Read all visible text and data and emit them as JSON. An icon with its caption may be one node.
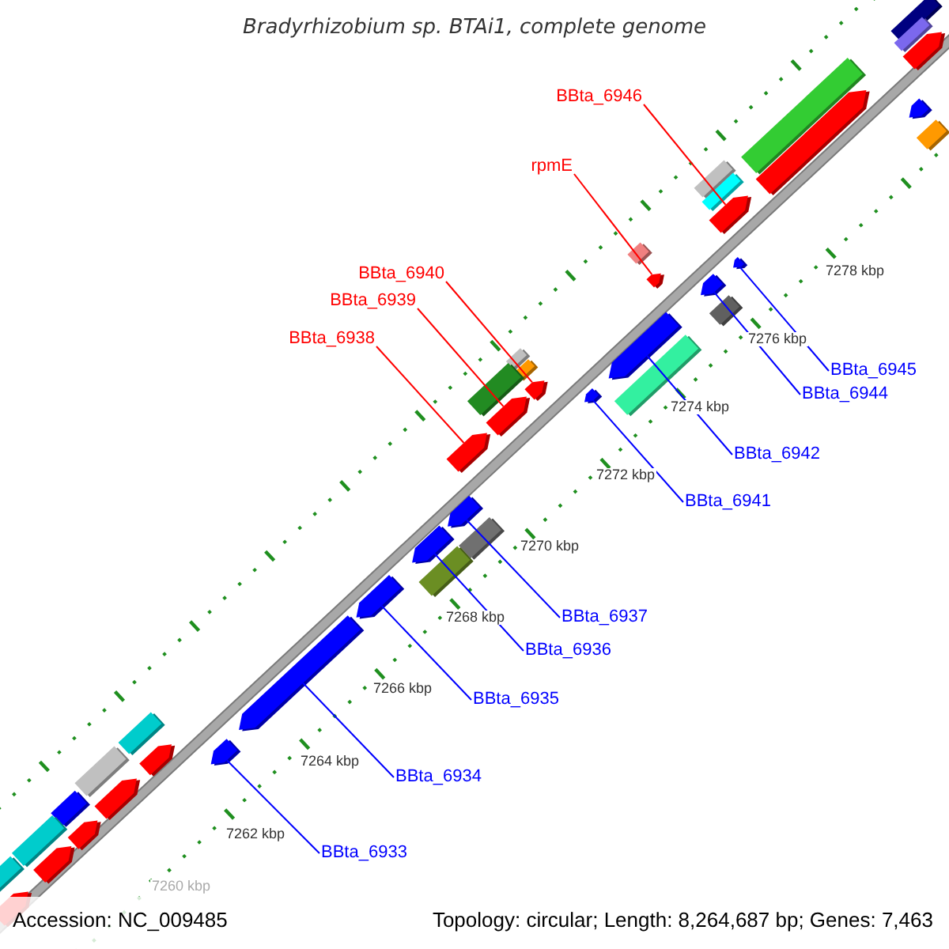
{
  "diagram": {
    "title": "Bradyrhizobium sp. BTAi1, complete genome",
    "nodes": [
      {
        "text": [
          "BBta_6946"
        ]
      },
      {
        "text": [
          "rpmE"
        ]
      },
      {
        "text": [
          "BBta_6940"
        ]
      },
      {
        "text": [
          "BBta_6939"
        ]
      },
      {
        "text": [
          "BBta_6938"
        ]
      },
      {
        "text": [
          "BBta_6945"
        ]
      },
      {
        "text": [
          "BBta_6944"
        ]
      },
      {
        "text": [
          "BBta_6942"
        ]
      },
      {
        "text": [
          "BBta_6941"
        ]
      },
      {
        "text": [
          "BBta_6937"
        ]
      },
      {
        "text": [
          "BBta_6936"
        ]
      },
      {
        "text": [
          "BBta_6935"
        ]
      },
      {
        "text": [
          "BBta_6934"
        ]
      },
      {
        "text": [
          "BBta_6933"
        ]
      },
      {
        "text": [],
        "shape": "bar"
      },
      {
        "text": [],
        "shape": "bar"
      },
      {
        "text": [],
        "shape": "bar"
      },
      {
        "text": [],
        "shape": "bar"
      },
      {
        "text": [],
        "shape": "bar"
      },
      {
        "text": [],
        "shape": "bar"
      },
      {
        "text": [],
        "shape": "bar"
      },
      {
        "text": [],
        "shape": "bar"
      },
      {
        "text": [],
        "shape": "bar"
      },
      {
        "text": [],
        "shape": "bar"
      },
      {
        "text": [],
        "shape": "bar"
      },
      {
        "text": [],
        "shape": "bar"
      },
      {
        "text": [],
        "shape": "bar"
      },
      {
        "text": [],
        "shape": "bar"
      },
      {
        "text": [],
        "shape": "box"
      },
      {
        "text": [],
        "shape": "box"
      },
      {
        "text": [],
        "shape": "bar"
      },
      {
        "text": [],
        "shape": "box"
      },
      {
        "text": [],
        "shape": "bar"
      },
      {
        "text": [],
        "shape": "bar"
      },
      {
        "text": [],
        "shape": "box"
      },
      {
        "text": [],
        "shape": "box"
      },
      {
        "text": [],
        "shape": "box"
      },
      {
        "text": [],
        "shape": "box"
      },
      {
        "text": [],
        "shape": "box"
      },
      {
        "text": [],
        "shape": "box"
      },
      {
        "text": [],
        "shape": "box"
      },
      {
        "text": [],
        "shape": "box"
      },
      {
        "text": [],
        "shape": "box"
      },
      {
        "text": [],
        "shape": "box"
      },
      {
        "text": [],
        "shape": "box"
      },
      {
        "text": [],
        "shape": "box"
      },
      {
        "text": [],
        "shape": "bar"
      },
      {
        "text": [],
        "shape": "box"
      },
      {
        "text": [],
        "shape": "bar"
      },
      {
        "text": [],
        "shape": "box"
      },
      {
        "text": [],
        "shape": "box"
      },
      {
        "text": [],
        "shape": "bar"
      },
      {
        "text": [],
        "shape": "bar"
      },
      {
        "text": [],
        "shape": "box"
      },
      {
        "text": [],
        "shape": "bar"
      }
    ],
    "edges": [
      {
        "from": 0,
        "to": 14,
        "arrow": "none",
        "color": "#ff0000"
      },
      {
        "from": 1,
        "to": 15,
        "arrow": "none",
        "color": "#ff0000"
      },
      {
        "from": 2,
        "to": 16,
        "arrow": "none",
        "color": "#ff0000"
      },
      {
        "from": 3,
        "to": 17,
        "arrow": "none",
        "color": "#ff0000"
      },
      {
        "from": 4,
        "to": 18,
        "arrow": "none",
        "color": "#ff0000"
      },
      {
        "from": 5,
        "to": 19,
        "arrow": "none"
      },
      {
        "from": 6,
        "to": 20,
        "arrow": "none"
      },
      {
        "from": 7,
        "to": 21,
        "arrow": "none"
      },
      {
        "from": 8,
        "to": 22,
        "arrow": "none"
      },
      {
        "from": 9,
        "to": 23,
        "arrow": "none"
      },
      {
        "from": 10,
        "to": 24,
        "arrow": "none"
      },
      {
        "from": 11,
        "to": 25,
        "arrow": "none"
      },
      {
        "from": 12,
        "to": 26,
        "arrow": "none"
      },
      {
        "from": 13,
        "to": 27,
        "arrow": "none"
      }
    ],
    "labels": [
      "7278 kbp",
      "7276 kbp",
      "7274 kbp",
      "7272 kbp",
      "7270 kbp",
      "7268 kbp",
      "7266 kbp",
      "7264 kbp",
      "7262 kbp",
      "7260 kbp",
      "Accession: NC_009485",
      "Topology: circular; Length: 8,264,687 bp; Genes: 7,463"
    ]
  }
}
